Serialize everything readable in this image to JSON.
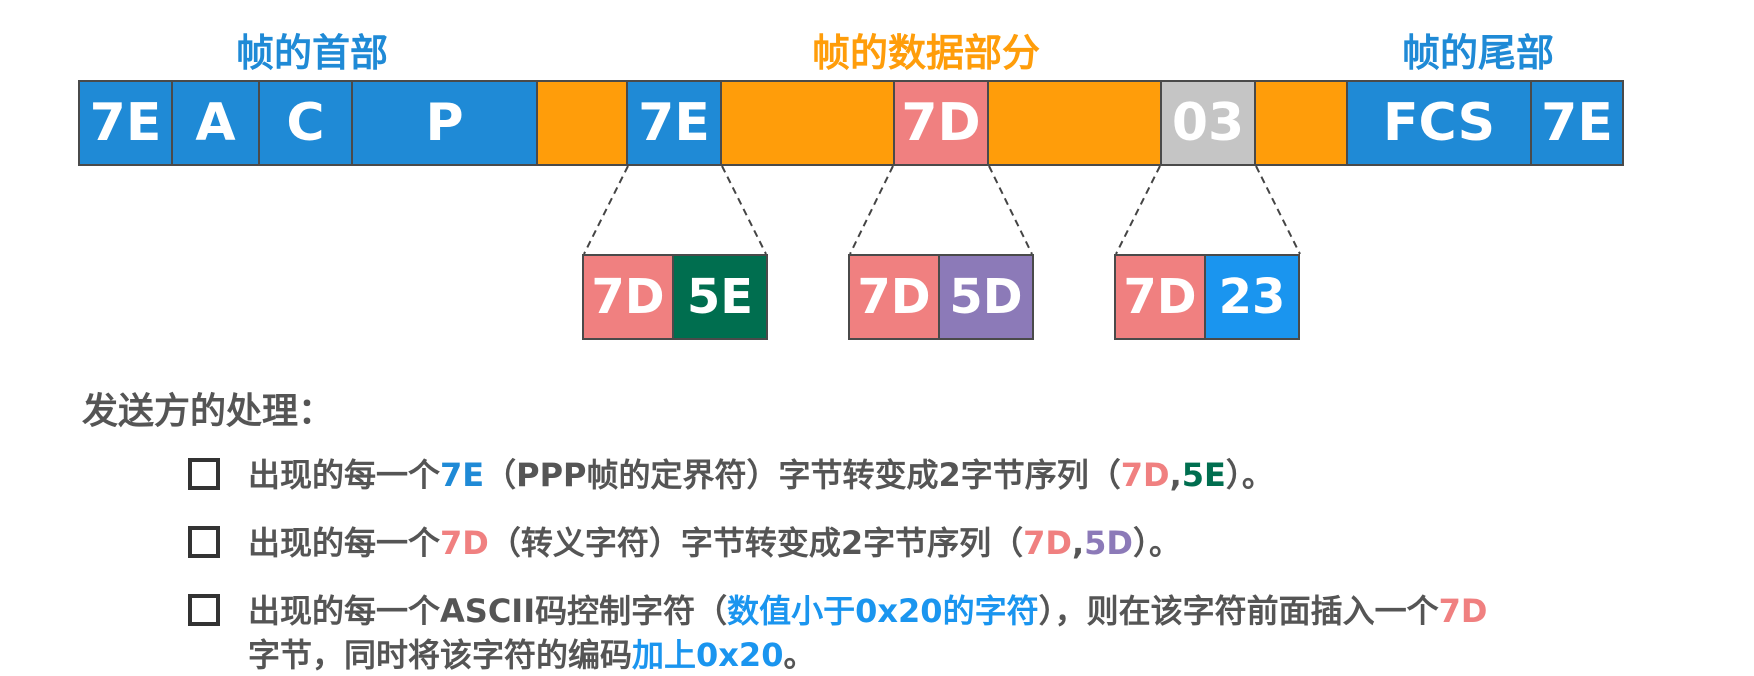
{
  "colors": {
    "header_blue": "#1f8ad6",
    "data_orange": "#ff9d0a",
    "pink": "#f08080",
    "green": "#006e4f",
    "purple": "#8c7ab8",
    "bright_blue": "#1a95ef",
    "gray": "#c5c5c5"
  },
  "section_titles": {
    "header": "帧的首部",
    "data": "帧的数据部分",
    "trailer": "帧的尾部"
  },
  "frame_fields": {
    "f1": "7E",
    "f2": "A",
    "f3": "C",
    "f4": "P",
    "f5": "",
    "f6": "7E",
    "f7": "",
    "f8": "7D",
    "f9": "",
    "f10": "03",
    "f11": "",
    "f12": "FCS",
    "f13": "7E"
  },
  "escape_groups": {
    "g1": [
      "7D",
      "5E"
    ],
    "g2": [
      "7D",
      "5D"
    ],
    "g3": [
      "7D",
      "23"
    ]
  },
  "sender": {
    "heading": "发送方的处理：",
    "rule1": {
      "t1": "出现的每一个",
      "t2": "7E",
      "t3": "（PPP帧的定界符）字节转变成2字节序列（",
      "t4": "7D",
      "t5": ",",
      "t6": "5E",
      "t7": "）。"
    },
    "rule2": {
      "t1": "出现的每一个",
      "t2": "7D",
      "t3": "（转义字符）字节转变成2字节序列（",
      "t4": "7D",
      "t5": ",",
      "t6": "5D",
      "t7": "）。"
    },
    "rule3": {
      "t1": "出现的每一个ASCII码控制字符（",
      "t2": "数值小于0x20的字符",
      "t3": "），则在该字符前面插入一个",
      "t4": "7D",
      "t5": "字节，同时将该字符的编码",
      "t6": "加上0x20",
      "t7": "。"
    }
  }
}
